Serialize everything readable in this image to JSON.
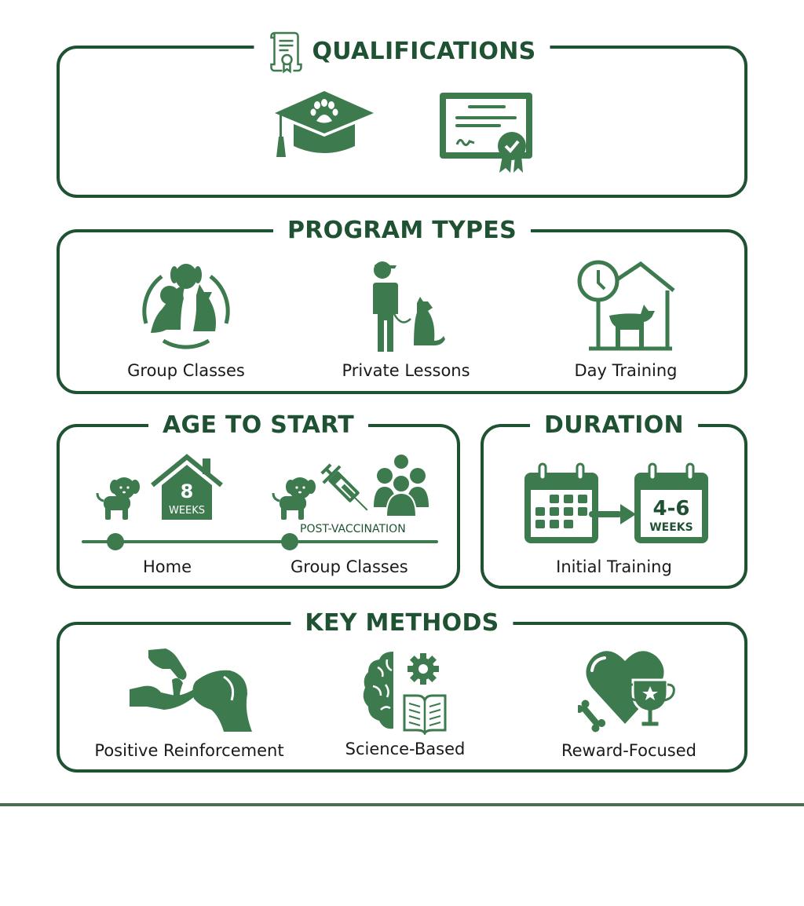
{
  "colors": {
    "border": "#1f5232",
    "icon": "#3d7a4e",
    "title": "#1f5232",
    "text": "#1a1a1a",
    "footer_line": "#4a6f4f"
  },
  "qualifications": {
    "title": "QUALIFICATIONS",
    "title_icon": "diploma-scroll-icon",
    "icons": [
      "graduation-cap-paw-icon",
      "certificate-icon"
    ]
  },
  "program_types": {
    "title": "PROGRAM TYPES",
    "items": [
      {
        "label": "Group Classes",
        "icon": "dog-group-icon"
      },
      {
        "label": "Private Lessons",
        "icon": "trainer-with-dog-icon"
      },
      {
        "label": "Day Training",
        "icon": "clock-dog-house-icon"
      }
    ]
  },
  "age_to_start": {
    "title": "AGE TO START",
    "house_number": "8",
    "house_unit": "WEEKS",
    "vaccination_note": "POST-VACCINATION",
    "milestones": [
      {
        "label": "Home"
      },
      {
        "label": "Group Classes"
      }
    ]
  },
  "duration": {
    "title": "DURATION",
    "range": "4-6",
    "unit": "WEEKS",
    "label": "Initial Training"
  },
  "key_methods": {
    "title": "KEY METHODS",
    "items": [
      {
        "label": "Positive Reinforcement",
        "icon": "hand-treat-dog-icon"
      },
      {
        "label": "Science-Based",
        "icon": "brain-gear-book-icon"
      },
      {
        "label": "Reward-Focused",
        "icon": "heart-trophy-bone-icon"
      }
    ]
  }
}
